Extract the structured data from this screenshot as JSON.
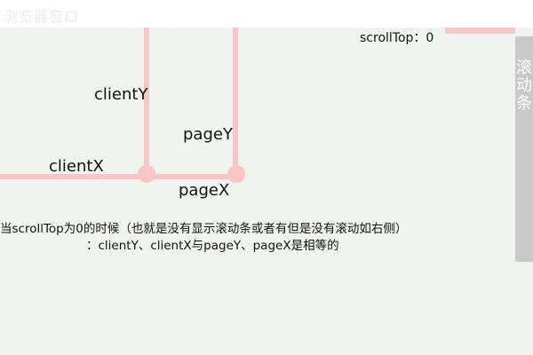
{
  "window": {
    "title": "浏览器窗口"
  },
  "labels": {
    "scroll_top": "scrollTop：0",
    "client_y": "clientY",
    "client_x": "clientX",
    "page_y": "pageY",
    "page_x": "pageX"
  },
  "scrollbar": {
    "label_chars": [
      "滚",
      "动",
      "条"
    ]
  },
  "note": {
    "line1": "当scrollTop为0的时候（也就是没有显示滚动条或者有但是没有滚动如右侧）",
    "line2": "：clientY、clientX与pageY、pageX是相等的"
  },
  "colors": {
    "line": "#f8c6c4",
    "background": "#f1f3f1",
    "scrollbar": "#c9c9c9"
  }
}
